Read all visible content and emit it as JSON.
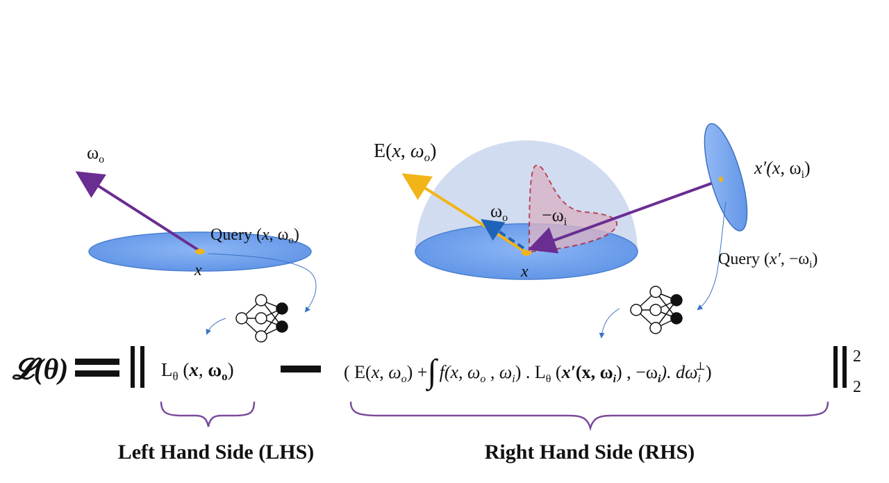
{
  "left_scene": {
    "omega_o_label": "ω",
    "omega_o_sub": "o",
    "query_label": "Query (",
    "query_x": "x",
    "query_comma": ", ω",
    "query_sub": "o",
    "query_close": ")",
    "point_label": "x"
  },
  "right_scene": {
    "emission_label": "E(",
    "emission_x": "x",
    "emission_comma": ", ",
    "emission_omega": "ω",
    "emission_sub": "o",
    "emission_close": ")",
    "omega_o_label": "ω",
    "omega_o_sub": "o",
    "neg_omega_i_label": "−ω",
    "neg_omega_i_sub": "i",
    "point_label": "x",
    "xprime_label": "x′(",
    "xprime_x": "x",
    "xprime_comma": ", ω",
    "xprime_sub": "i",
    "xprime_close": ")",
    "query_label": "Query (",
    "query_x": "x′",
    "query_comma": ", −ω",
    "query_sub": "i",
    "query_close": ")"
  },
  "equation": {
    "loss": "𝓛(θ)",
    "lhs_L": "L",
    "lhs_theta": "θ",
    "lhs_args_open": " (",
    "lhs_x": "x",
    "lhs_comma": ", ",
    "lhs_omega": "ω",
    "lhs_omega_sub": "o",
    "lhs_close": ")",
    "rhs_open": "( E(",
    "rhs_x1": "x",
    "rhs_comma1": ", ",
    "rhs_omega1": "ω",
    "rhs_sub1": "o",
    "rhs_close1": ") +",
    "integral": "∫",
    "f_term": "f",
    "f_args": "(x, ω",
    "f_sub_o": "o",
    "f_mid": " , ω",
    "f_sub_i": "i",
    "f_close": ") . L",
    "theta2": "θ",
    "l_args_open": " (",
    "xprime": "x′",
    "xprime_args": "(x, ω",
    "xprime_sub": "i",
    "xprime_close": ") , −ω",
    "neg_sub": "i",
    "tail": "). dω",
    "dw_sub": "i",
    "dw_sup": "⊥",
    "end_paren": ")",
    "norm_sup": "2",
    "norm_sub": "2"
  },
  "labels": {
    "lhs": "Left Hand Side (LHS)",
    "rhs": "Right Hand Side (RHS)"
  },
  "colors": {
    "disk_fill": "#6fa0ec",
    "hemisphere": "#c9d6ef",
    "purple": "#6a2d91",
    "gold": "#f2b417",
    "blue_dash": "#1f63b8",
    "red_dash": "#b22234",
    "lobe_fill": "#d9b4c6",
    "brace": "#7a4a9c"
  }
}
